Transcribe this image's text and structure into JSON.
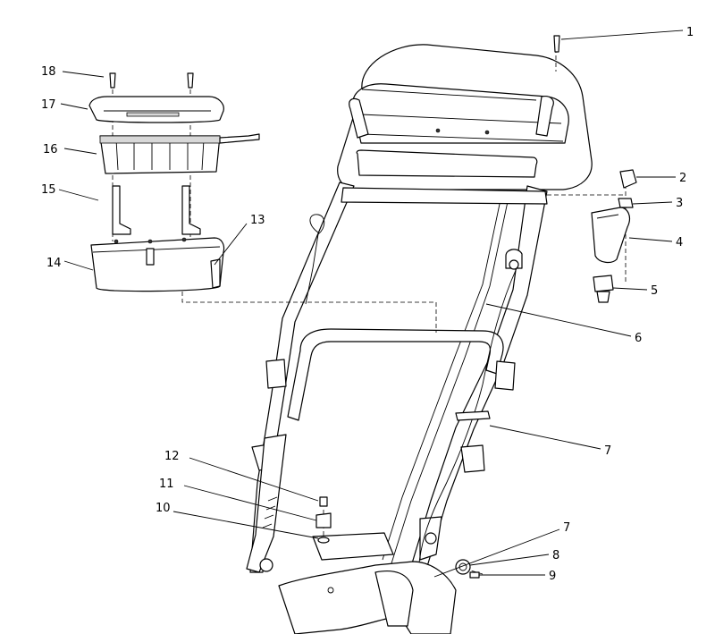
{
  "callouts": [
    "1",
    "2",
    "3",
    "4",
    "5",
    "6",
    "7",
    "7",
    "8",
    "9",
    "10",
    "11",
    "12",
    "13",
    "14",
    "15",
    "16",
    "17",
    "18"
  ],
  "colors": {
    "line": "#000000",
    "background": "#ffffff",
    "shade": "#d8d8d8"
  }
}
